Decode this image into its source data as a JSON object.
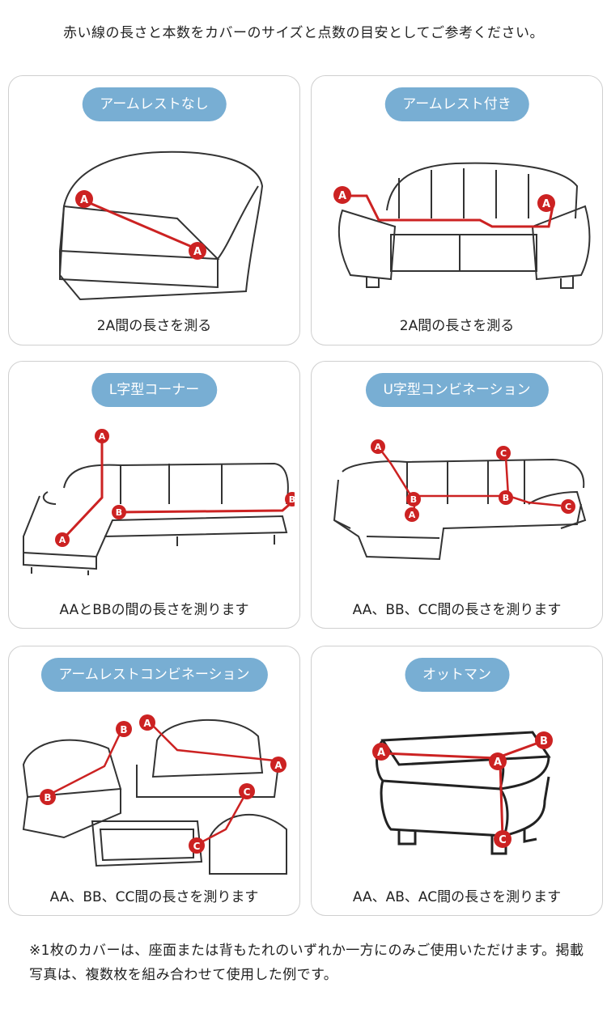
{
  "header": "赤い線の長さと本数をカバーのサイズと点数の目安としてご参考ください。",
  "cards": [
    {
      "title": "アームレストなし",
      "caption": "2A間の長さを測る"
    },
    {
      "title": "アームレスト付き",
      "caption": "2A間の長さを測る"
    },
    {
      "title": "L字型コーナー",
      "caption": "AAとBBの間の長さを測ります"
    },
    {
      "title": "U字型コンビネーション",
      "caption": "AA、BB、CC間の長さを測ります"
    },
    {
      "title": "アームレストコンビネーション",
      "caption": "AA、BB、CC間の長さを測ります"
    },
    {
      "title": "オットマン",
      "caption": "AA、AB、AC間の長さを測ります"
    }
  ],
  "markers": {
    "a": "A",
    "b": "B",
    "c": "C"
  },
  "note": "※1枚のカバーは、座面または背もたれのいずれか一方にのみご使用いただけます。掲載写真は、複数枚を組み合わせて使用した例です。",
  "colors": {
    "pill": "#78aed3",
    "measure_line": "#cc2222",
    "card_border": "#cfcfcf"
  }
}
